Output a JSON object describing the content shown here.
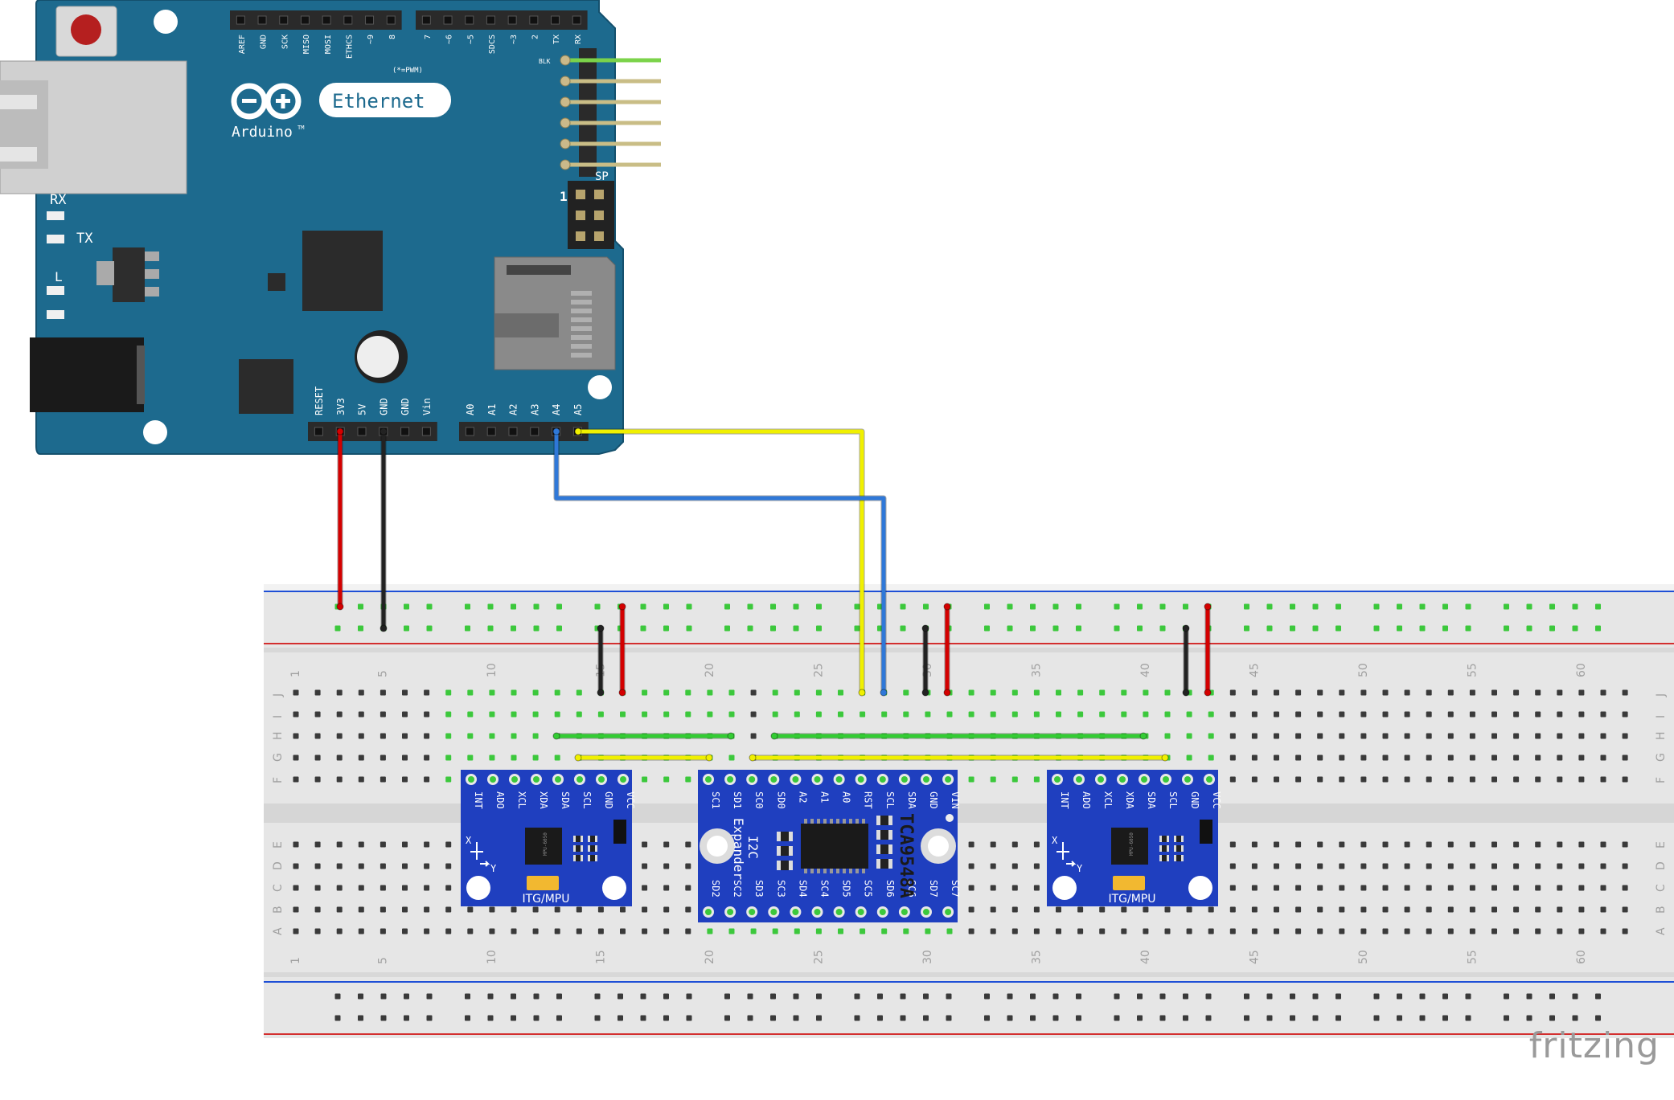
{
  "arduino": {
    "brand": "Arduino",
    "tm": "TM",
    "model": "Ethernet",
    "pwm_note": "(*=PWM)",
    "top_header_labels": [
      "AREF",
      "GND",
      "SCK",
      "MISO",
      "MOSI",
      "ETHCS",
      "~9",
      "8",
      "7",
      "~6",
      "~5",
      "SDCS",
      "~3",
      "2",
      "TX",
      "RX"
    ],
    "bottom_power_labels": [
      "RESET",
      "3V3",
      "5V",
      "GND",
      "GND",
      "Vin"
    ],
    "bottom_analog_labels": [
      "A0",
      "A1",
      "A2",
      "A3",
      "A4",
      "A5"
    ],
    "led_labels": [
      "RX",
      "TX",
      "L"
    ],
    "icsp_label": "SP",
    "icsp_pin1": "1",
    "ftdi_label": "BLK",
    "colors": {
      "board": "#1d6a8e",
      "header": "#2a2a2a"
    }
  },
  "breadboard": {
    "column_numbers": [
      "1",
      "5",
      "10",
      "15",
      "20",
      "25",
      "30",
      "35",
      "40",
      "45",
      "50",
      "55",
      "60"
    ],
    "row_letters_top": [
      "J",
      "I",
      "H",
      "G",
      "F"
    ],
    "row_letters_bottom": [
      "E",
      "D",
      "C",
      "B",
      "A"
    ],
    "colors": {
      "body": "#e6e6e6",
      "rail_red": "#d32f2f",
      "rail_blue": "#1e4fd6",
      "hole": "#3a3a3a",
      "hole_active": "#3cc83c"
    }
  },
  "modules": {
    "mpu_left": {
      "pins": [
        "INT",
        "ADO",
        "XCL",
        "XDA",
        "SDA",
        "SCL",
        "GND",
        "VCC"
      ],
      "chip_text": "MPU-6050",
      "label": "ITG/MPU",
      "axis_x": "X",
      "axis_y": "Y"
    },
    "mux": {
      "title": "TCA9548A",
      "subtitle_1": "I2C",
      "subtitle_2": "Expander",
      "top_pins": [
        "SC1",
        "SD1",
        "SC0",
        "SD0",
        "A2",
        "A1",
        "A0",
        "RST",
        "SCL",
        "SDA",
        "GND",
        "VIN"
      ],
      "bottom_pins": [
        "SD2",
        "SC2",
        "SD3",
        "SC3",
        "SD4",
        "SC4",
        "SD5",
        "SC5",
        "SD6",
        "SC6",
        "SD7",
        "SC7"
      ]
    },
    "mpu_right": {
      "pins": [
        "INT",
        "ADO",
        "XCL",
        "XDA",
        "SDA",
        "SCL",
        "GND",
        "VCC"
      ],
      "chip_text": "MPU-6050",
      "label": "ITG/MPU",
      "axis_x": "X",
      "axis_y": "Y"
    },
    "colors": {
      "pcb": "#1f3fbf",
      "pcb_dark": "#16309a",
      "pin": "#e8e8e8",
      "pin_hole": "#3cc83c",
      "chip": "#1a1a1a"
    }
  },
  "wires": {
    "colors": {
      "red": "#d40000",
      "black": "#222222",
      "yellow": "#f0f000",
      "blue": "#2f78d8",
      "green": "#33cc33",
      "ftdi_green": "#7bd34a",
      "ftdi_tan": "#c9bd86"
    }
  },
  "footer": {
    "logo": "fritzing"
  }
}
